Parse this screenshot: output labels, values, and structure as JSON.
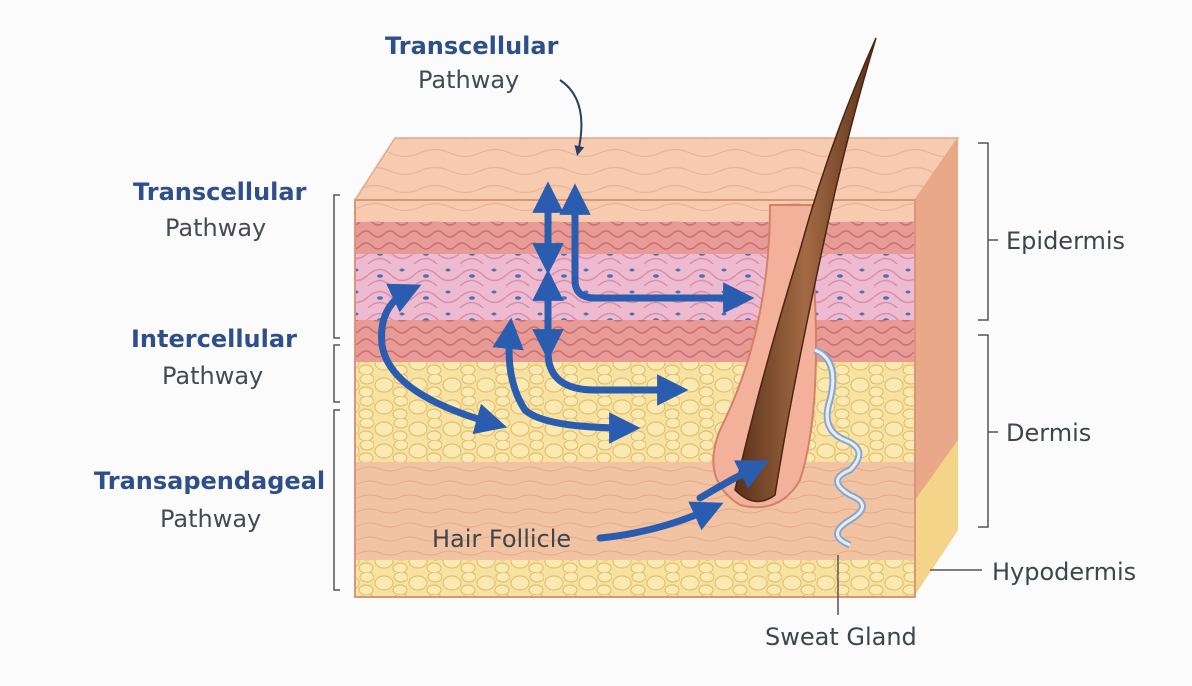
{
  "labels": {
    "top_title": "Transcellular",
    "top_sub": "Pathway",
    "left1_title": "Transcellular",
    "left1_sub": "Pathway",
    "left2_title": "Intercellular",
    "left2_sub": "Pathway",
    "left3_title": "Transapendageal",
    "left3_sub": "Pathway",
    "epidermis": "Epidermis",
    "dermis": "Dermis",
    "hypodermis": "Hypodermis",
    "hair_follicle": "Hair Follicle",
    "sweat_gland": "Sweat Gland"
  },
  "colors": {
    "label_title": "#2f4f8a",
    "label_text": "#444b55",
    "arrow": "#2a5db0",
    "epidermis_top": "#f6c4a8",
    "cell_layer": "#e9a0a0",
    "pink_cells": "#eebad0",
    "dermis": "#f2c6a4",
    "fat": "#f6dc96",
    "hair": "#7a4a2c",
    "sweat_gland": "#c7d9ee"
  }
}
